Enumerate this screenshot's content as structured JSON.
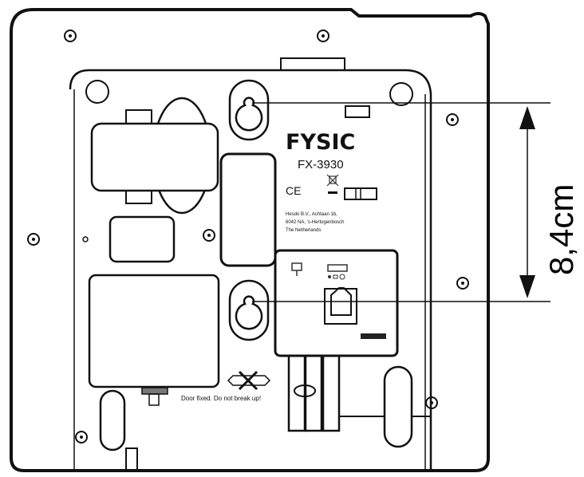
{
  "diagram": {
    "subject": "Telephone rear view with wall-mount keyhole slots",
    "label": {
      "brand": "FYSIC",
      "model": "FX-3930",
      "ce_mark": "CE",
      "address_lines": [
        "Hesdo B.V., Achtaan 1b,",
        "6042 NA, 's-Hertogenbosch",
        "The Netherlands"
      ]
    },
    "cover_note": "Door fixed. Do not break up!",
    "dimension": {
      "value": "8,4cm",
      "description": "distance between wall-mount keyholes"
    },
    "colors": {
      "line": "#111111",
      "background": "#ffffff"
    }
  }
}
